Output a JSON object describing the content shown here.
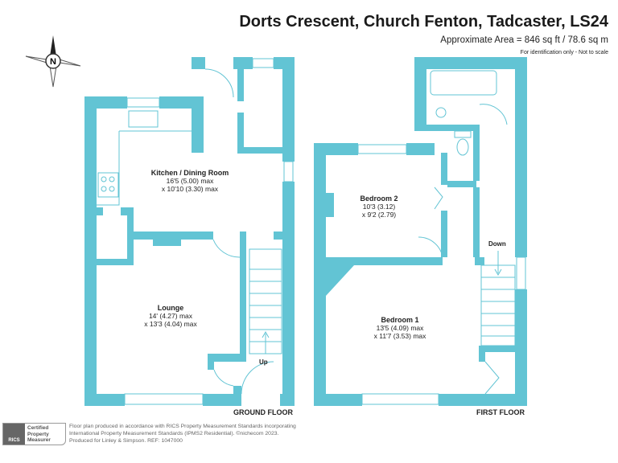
{
  "header": {
    "title": "Dorts Crescent, Church Fenton, Tadcaster, LS24",
    "area": "Approximate Area = 846 sq ft / 78.6 sq m",
    "disclaimer": "For identification only - Not to scale"
  },
  "compass": {
    "label": "N"
  },
  "colors": {
    "wall": "#62C4D4"
  },
  "ground_floor": {
    "label": "GROUND FLOOR",
    "rooms": [
      {
        "name": "Kitchen / Dining Room",
        "dim1": "16'5 (5.00) max",
        "dim2": "x 10'10 (3.30) max"
      },
      {
        "name": "Lounge",
        "dim1": "14' (4.27) max",
        "dim2": "x 13'3 (4.04) max"
      }
    ],
    "stairs_label": "Up"
  },
  "first_floor": {
    "label": "FIRST FLOOR",
    "rooms": [
      {
        "name": "Bedroom 2",
        "dim1": "10'3 (3.12)",
        "dim2": "x 9'2 (2.79)"
      },
      {
        "name": "Bedroom 1",
        "dim1": "13'5 (4.09) max",
        "dim2": "x 11'7 (3.53) max"
      }
    ],
    "stairs_label": "Down"
  },
  "footer": {
    "badge": {
      "org": "RICS",
      "line1": "Certified",
      "line2": "Property",
      "line3": "Measurer"
    },
    "line1": "Floor plan produced in accordance with RICS Property Measurement Standards incorporating",
    "line2": "International Property Measurement Standards (IPMS2 Residential).  ©nichecom 2023.",
    "line3": "Produced for Linley & Simpson.   REF: 1047000"
  }
}
